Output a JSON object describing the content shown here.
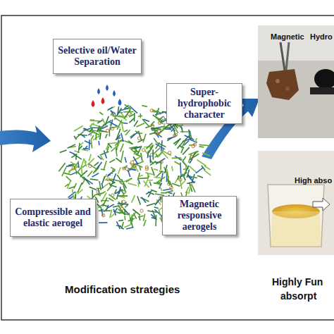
{
  "diagram": {
    "nodes": [
      {
        "text": [
          "Selective oil/Water Separation"
        ]
      },
      {
        "text": [
          "Super-hydrophobic character"
        ]
      },
      {
        "text": [
          "Compressible and elastic aerogel"
        ]
      },
      {
        "text": [
          "Magnetic responsive aerogels"
        ]
      }
    ],
    "labels": [
      "Magnetic",
      "Hydro",
      "High abso",
      "Modification strategies",
      "Highly Fun",
      "absorpt"
    ]
  }
}
